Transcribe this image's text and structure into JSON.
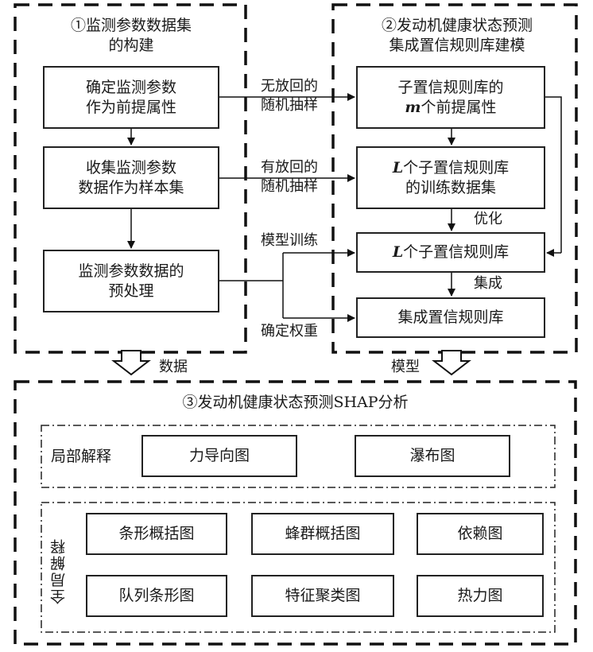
{
  "section1": {
    "title_line1": "①监测参数数据集",
    "title_line2": "的构建",
    "boxes": [
      {
        "line1": "确定监测参数",
        "line2": "作为前提属性"
      },
      {
        "line1": "收集监测参数",
        "line2": "数据作为样本集"
      },
      {
        "line1": "监测参数数据的",
        "line2": "预处理"
      }
    ]
  },
  "section2": {
    "title_line1": "②发动机健康状态预测",
    "title_line2": "集成置信规则库建模",
    "boxes": [
      {
        "var": "m",
        "line1": "子置信规则库的",
        "line2": "个前提属性"
      },
      {
        "var": "L",
        "line1": "个子置信规则库",
        "line2": "的训练数据集"
      },
      {
        "var": "L",
        "line1": "个子置信规则库"
      },
      {
        "line1": "集成置信规则库"
      }
    ],
    "arrow_labels": {
      "optimize": "优化",
      "ensemble": "集成"
    }
  },
  "connectors": {
    "sampling_without_replacement": {
      "line1": "无放回的",
      "line2": "随机抽样"
    },
    "sampling_with_replacement": {
      "line1": "有放回的",
      "line2": "随机抽样"
    },
    "model_training": "模型训练",
    "determine_weights": "确定权重"
  },
  "flow_arrows": {
    "data": "数据",
    "model": "模型"
  },
  "section3": {
    "title": "③发动机健康状态预测SHAP分析",
    "local": {
      "label": "局部解释",
      "items": [
        "力导向图",
        "瀑布图"
      ]
    },
    "global": {
      "label": "全局解释",
      "items": [
        "条形概括图",
        "蜂群概括图",
        "依赖图",
        "队列条形图",
        "特征聚类图",
        "热力图"
      ]
    }
  }
}
